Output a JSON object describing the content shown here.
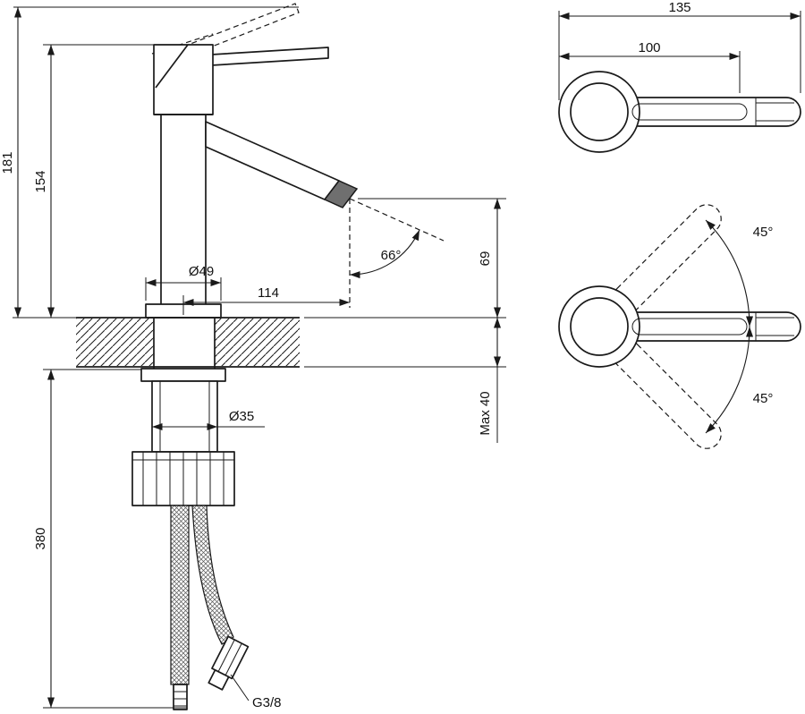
{
  "side_view": {
    "overall_height": "181",
    "projection_height": "154",
    "hose_length": "380",
    "base_diameter": "Ø49",
    "spout_reach": "114",
    "spout_angle": "66°",
    "spout_height": "69",
    "deck_thickness": "Max 40",
    "shank_diameter": "Ø35",
    "thread_label": "G3/8"
  },
  "top_view": {
    "overall_length": "135",
    "lever_length": "100",
    "swivel_up": "45°",
    "swivel_down": "45°"
  }
}
